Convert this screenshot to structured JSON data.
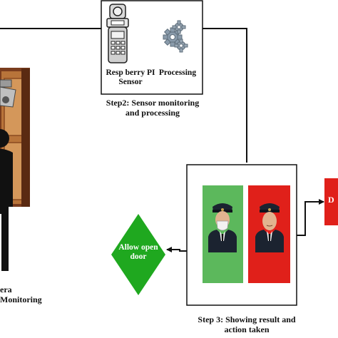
{
  "step1": {
    "caption": "era Monitoring"
  },
  "step2": {
    "sensor_label": "Resp berry PI Sensor",
    "processing_label": "Processing",
    "caption": "Step2: Sensor monitoring and processing"
  },
  "step3": {
    "caption": "Step 3: Showing result and action taken",
    "mask_panel_color": "#5cb85c",
    "no_mask_panel_color": "#e0201a"
  },
  "decisions": {
    "allow": "Allow open door",
    "deny_partial": "D"
  },
  "colors": {
    "allow_diamond": "#1fa81f",
    "deny_diamond": "#e0201a",
    "line": "#111111"
  },
  "icons": {
    "sensor": "sensor-device-icon",
    "gears": "gears-icon",
    "camera": "security-camera-icon",
    "person": "person-silhouette-icon",
    "door": "door-icon",
    "masked_officer": "officer-with-mask-icon",
    "unmasked_officer": "officer-without-mask-icon"
  }
}
